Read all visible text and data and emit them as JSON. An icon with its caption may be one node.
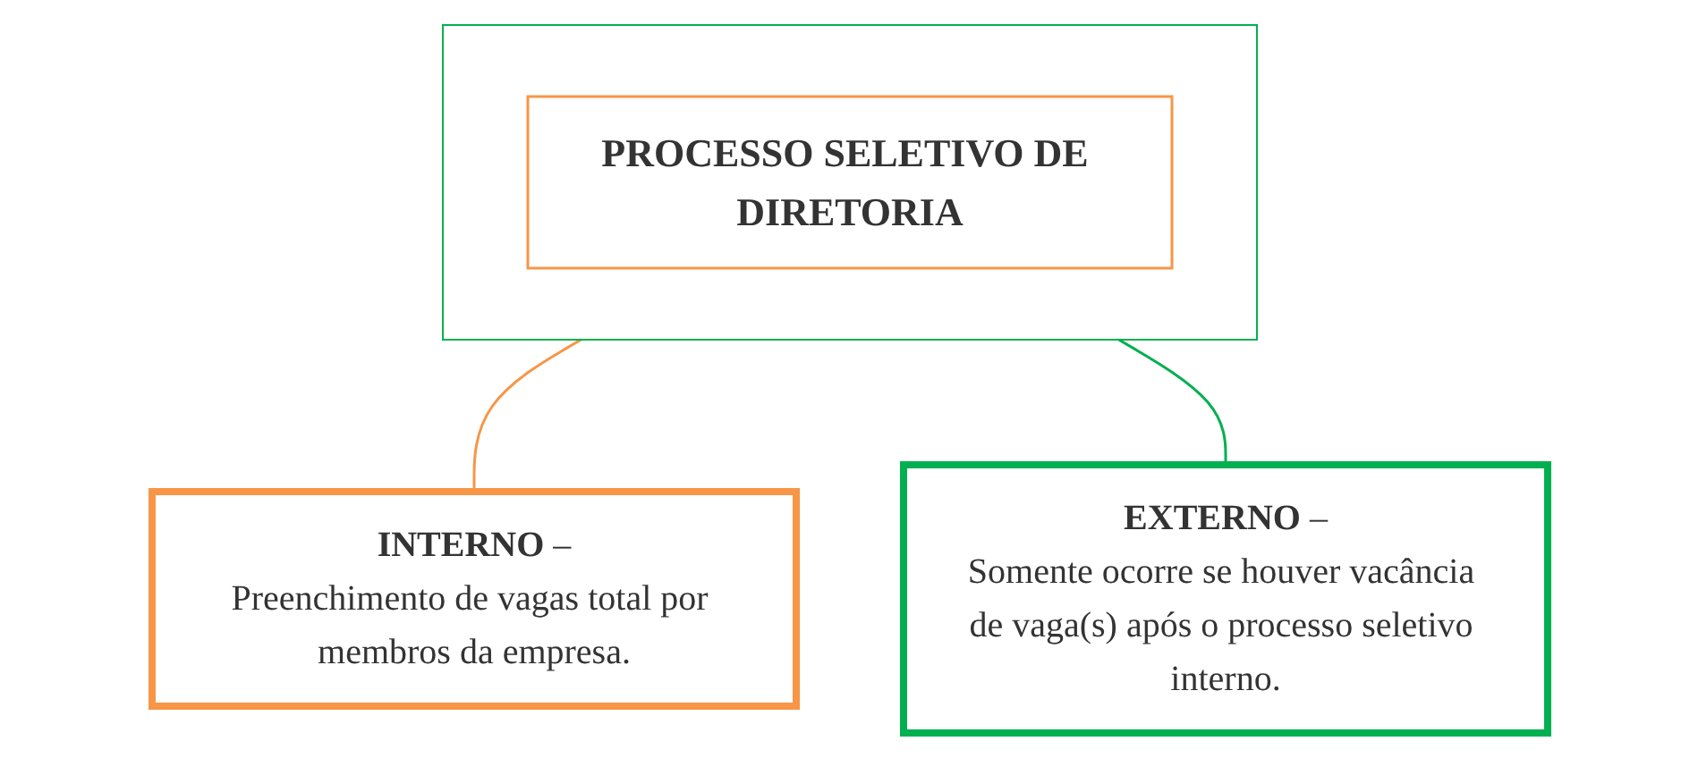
{
  "diagram": {
    "nodes": [
      {
        "text": [],
        "shape": "box"
      },
      {
        "text": [
          "PROCESSO SELETIVO DE DIRETORIA"
        ],
        "in": 0
      },
      {
        "text": [
          "**INTERNO** –",
          "Preenchimento de vagas total por membros da empresa."
        ]
      },
      {
        "text": [
          "**EXTERNO** –",
          "Somente ocorre se houver vacância de vaga(s) após o processo seletivo interno."
        ]
      }
    ],
    "edges": [
      {
        "from": 0,
        "to": 2,
        "arrow": "none",
        "color": "#f79646"
      },
      {
        "from": 0,
        "to": 3,
        "arrow": "none",
        "color": "#00b050"
      }
    ]
  }
}
